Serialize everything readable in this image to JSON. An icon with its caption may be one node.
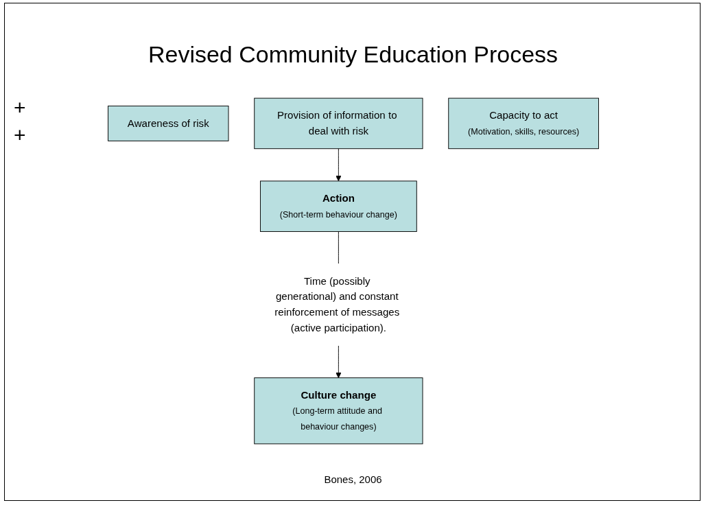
{
  "diagram": {
    "title": "Revised Community Education Process",
    "caption": "Bones, 2006",
    "nodes": [
      {
        "text": [
          "Awareness of risk"
        ]
      },
      {
        "text": [
          "Provision of information to deal with risk"
        ]
      },
      {
        "text": [
          "Capacity to act",
          "(Motivation, skills, resources)"
        ]
      },
      {
        "text": [
          "Action",
          "(Short-term behaviour change)"
        ]
      },
      {
        "text": [
          "Time (possibly generational) and constant reinforcement of messages (active participation)."
        ]
      },
      {
        "text": [
          "Culture change",
          "(Long-term attitude and behaviour changes)"
        ]
      }
    ],
    "edges": [
      {
        "from": 1,
        "to": 3,
        "arrow": "to"
      },
      {
        "from": 3,
        "to": 4,
        "arrow": "none"
      },
      {
        "from": 4,
        "to": 5,
        "arrow": "to"
      }
    ],
    "labels": [
      "+",
      "+"
    ]
  }
}
